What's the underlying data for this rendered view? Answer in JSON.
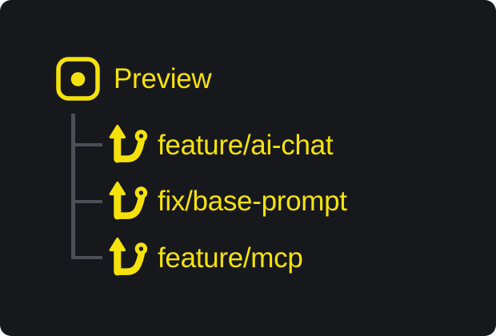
{
  "colors": {
    "accent_yellow": "#f5e20d",
    "tree_line": "#4c5056",
    "panel_background": "#17181c",
    "page_background": "#ffffff"
  },
  "tree": {
    "root": {
      "label": "Preview",
      "icon": "preview-dot-square-icon"
    },
    "branches": [
      {
        "label": "feature/ai-chat",
        "icon": "git-branch-icon"
      },
      {
        "label": "fix/base-prompt",
        "icon": "git-branch-icon"
      },
      {
        "label": "feature/mcp",
        "icon": "git-branch-icon"
      }
    ]
  }
}
